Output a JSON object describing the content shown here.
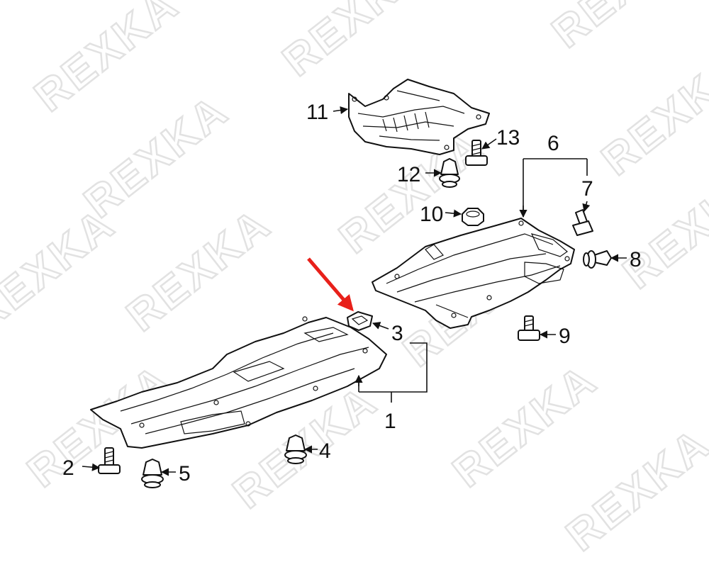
{
  "watermark": {
    "text": "REXKA"
  },
  "callouts": {
    "c1": "1",
    "c2": "2",
    "c3": "3",
    "c4": "4",
    "c5": "5",
    "c6": "6",
    "c7": "7",
    "c8": "8",
    "c9": "9",
    "c10": "10",
    "c11": "11",
    "c12": "12",
    "c13": "13"
  },
  "colors": {
    "line": "#111111",
    "highlight_arrow": "#e8201a",
    "watermark": "#e2e2e2",
    "background": "#ffffff"
  }
}
